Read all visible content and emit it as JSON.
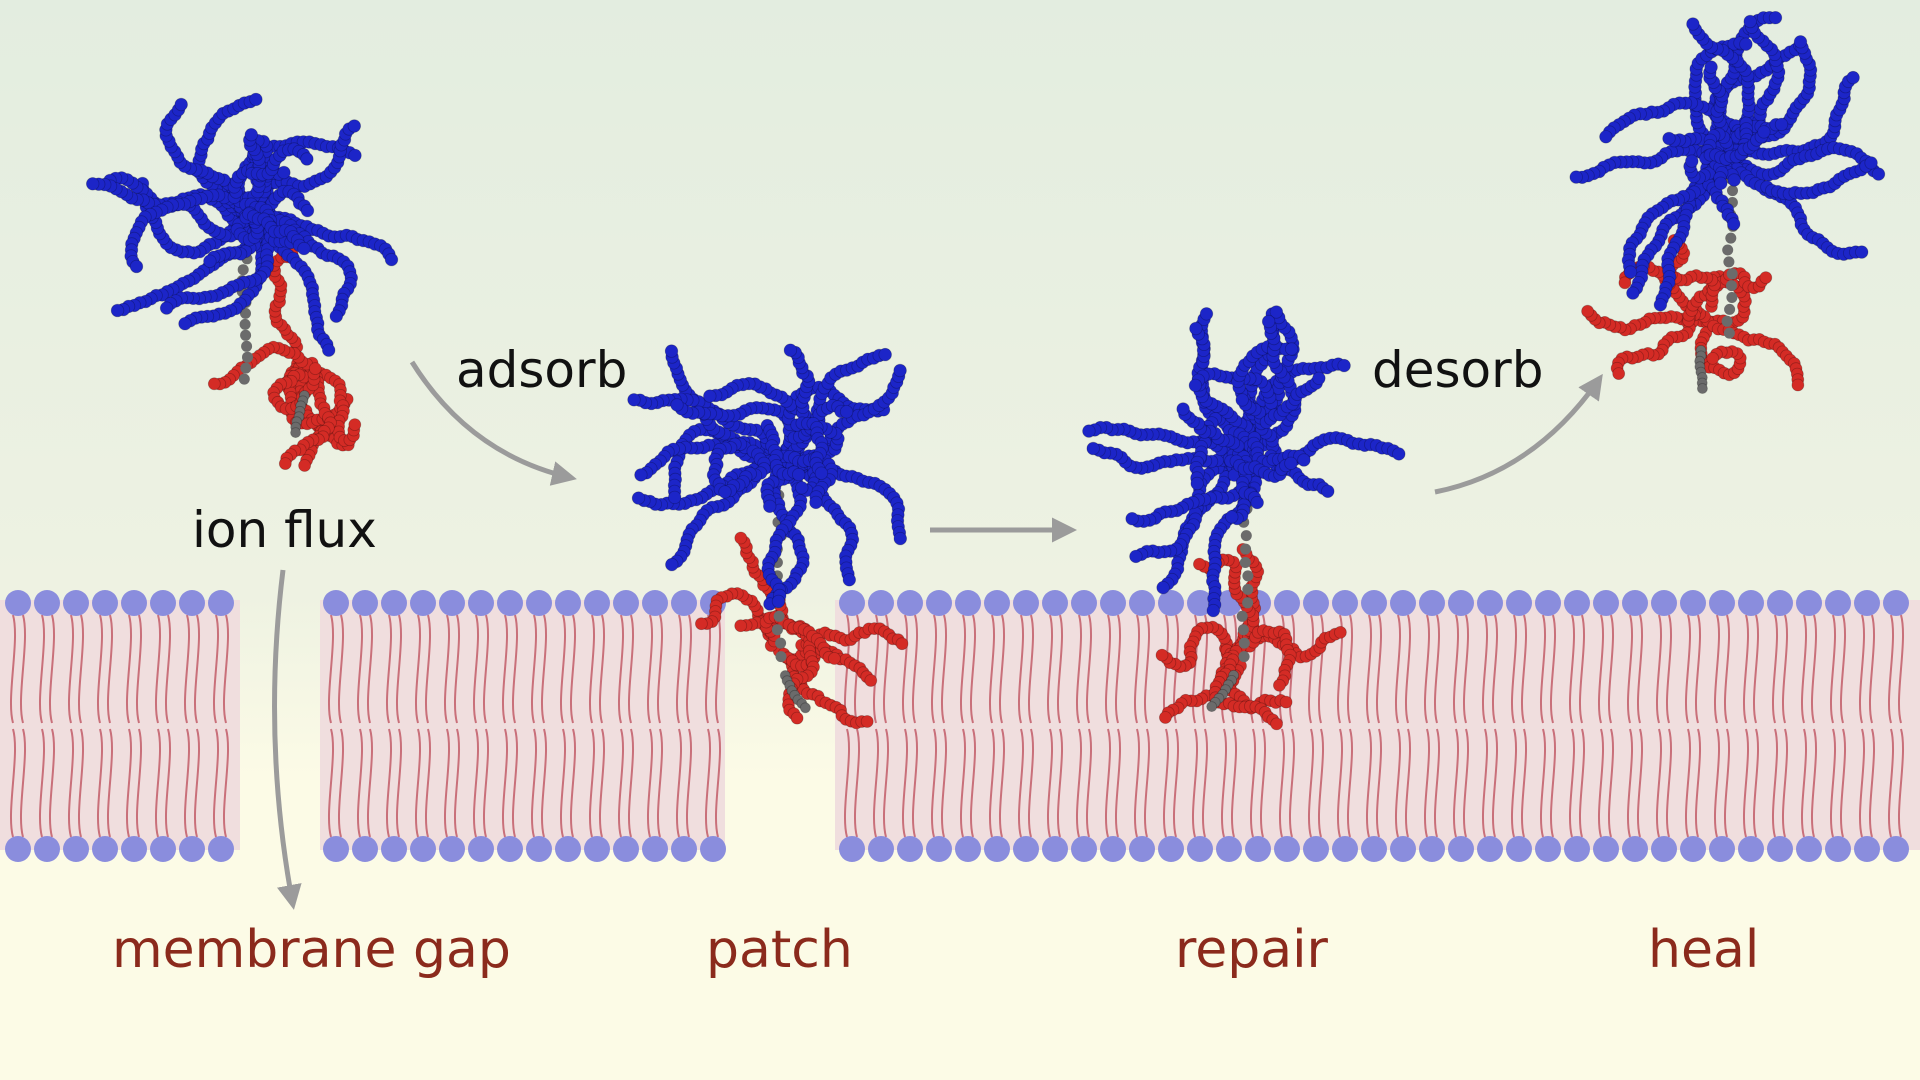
{
  "colors": {
    "background_top": "#e3ede0",
    "background_bottom": "#fcfbe6",
    "membrane_core": "#f0dede",
    "headgroup": "#8a8ddd",
    "lipid_tail": "#c9707a",
    "polymer_hydrophilic": "#1c25c8",
    "polymer_hydrophobic": "#d42b25",
    "polymer_backbone": "#6b6b6b",
    "arrow": "#9b9b9b",
    "label_text": "#111111",
    "stage_text": "#8b2a1c"
  },
  "labels": {
    "adsorb": "adsorb",
    "desorb": "desorb",
    "ion_flux": "ion flux"
  },
  "stages": {
    "membrane_gap": "membrane gap",
    "patch": "patch",
    "repair": "repair",
    "heal": "heal"
  }
}
